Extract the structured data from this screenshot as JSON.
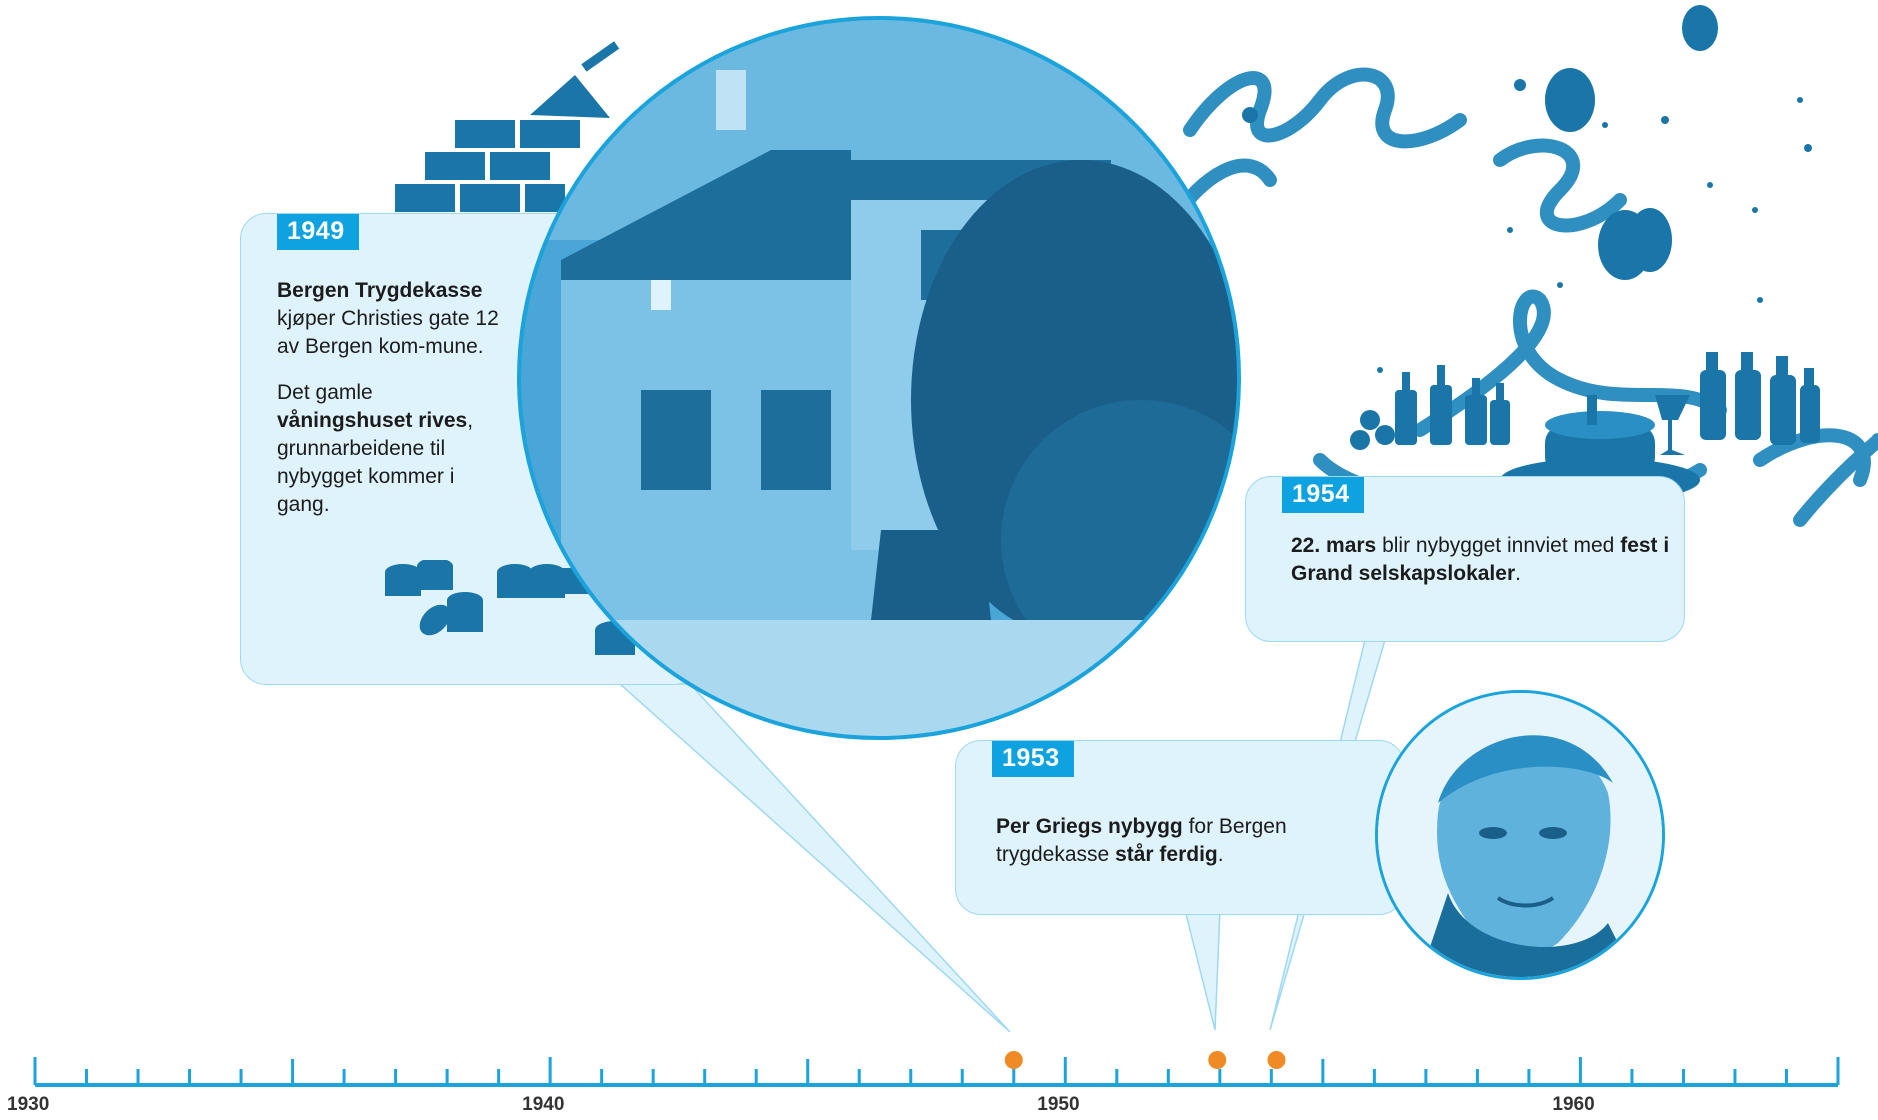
{
  "timeline": {
    "start_year": 1930,
    "end_year": 1965,
    "axis_labels": [
      "1930",
      "1940",
      "1950",
      "1960"
    ],
    "axis_color": "#1ba3dc",
    "marker_color": "#f08a24",
    "events": [
      {
        "year_label": "1949",
        "marker_year": 1949.0,
        "paragraphs": [
          [
            {
              "t": "Bergen Trygdekasse",
              "b": true
            },
            {
              "t": " kjøper Christies gate 12 av Bergen kom-mune."
            }
          ],
          [
            {
              "t": "Det gamle "
            },
            {
              "t": "våningshuset rives",
              "b": true
            },
            {
              "t": ", grunnarbeidene til nybygget kommer i gang."
            }
          ]
        ]
      },
      {
        "year_label": "1953",
        "marker_year": 1952.95,
        "paragraphs": [
          [
            {
              "t": "Per Griegs nybygg",
              "b": true
            },
            {
              "t": " for Bergen trygdekasse "
            },
            {
              "t": "står ferdig",
              "b": true
            },
            {
              "t": "."
            }
          ]
        ]
      },
      {
        "year_label": "1954",
        "marker_year": 1954.1,
        "paragraphs": [
          [
            {
              "t": "22. mars",
              "b": true
            },
            {
              "t": " blir nybygget innviet med "
            },
            {
              "t": "fest i Grand selskapslokaler",
              "b": true
            },
            {
              "t": "."
            }
          ]
        ]
      }
    ]
  },
  "colors": {
    "card_bg": "#dff3fc",
    "card_border": "#9fd8f2",
    "year_tag_bg": "#0ea2e0",
    "illustration_blue": "#1a76a8",
    "photo_tint": "#2a8fc4"
  },
  "illustrations": {
    "bricks": "brick-wall-trowel-icon",
    "coins": "coin-stacks-icon",
    "house_photo": "house-photo",
    "portrait_photo": "portrait-photo",
    "party": "party-celebration-icon"
  }
}
